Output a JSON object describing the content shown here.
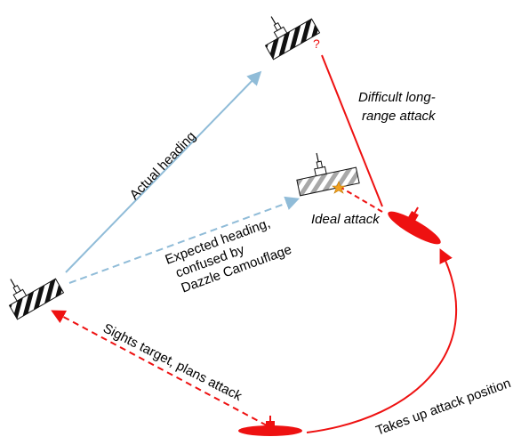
{
  "labels": {
    "actual_heading": "Actual heading",
    "expected_heading_1": "Expected heading,",
    "expected_heading_2": "confused by",
    "expected_heading_3": "Dazzle Camouflage",
    "difficult_1": "Difficult long-",
    "difficult_2": "range attack",
    "ideal_attack": "Ideal attack",
    "sights_target": "Sights target, plans attack",
    "takes_up": "Takes up attack position",
    "question_mark": "?"
  },
  "colors": {
    "actual_path": "#90bcd8",
    "submarine": "#ee1111",
    "dazzle_stripes": "#111111",
    "ghost_stripes": "#a8a8a8",
    "torpedo_star": "#f0a020"
  },
  "icons": {
    "ship": "dazzle-camouflaged-ship-icon",
    "submarine": "submarine-icon",
    "star": "hit-star-icon"
  }
}
